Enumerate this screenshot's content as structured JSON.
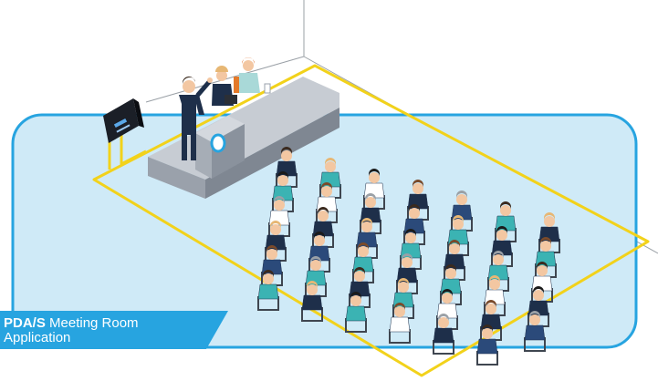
{
  "caption": {
    "product": "PDA/S",
    "line1_rest": " Meeting Room",
    "line2": "Application"
  },
  "colors": {
    "room_floor": "#cfeaf7",
    "room_border": "#27a4e0",
    "cable": "#f2d21b",
    "caption_bg": "#27a4e0",
    "podium_top": "#c7ccd3",
    "podium_front": "#9aa1ab",
    "podium_side": "#7f8792",
    "suit_dark": "#1e2f4a",
    "teal": "#3bb3b3",
    "chair": "#3f4650"
  },
  "icons": {
    "mic_badge": "microphone-badge-icon",
    "wall_unit": "wall-control-unit-icon"
  }
}
